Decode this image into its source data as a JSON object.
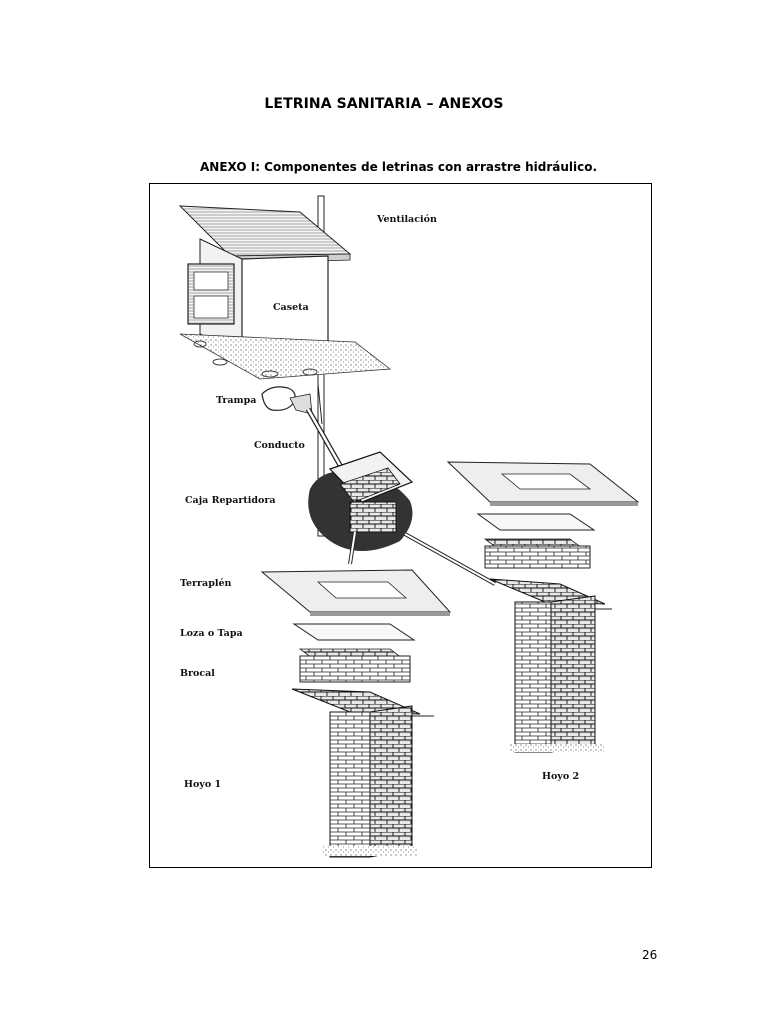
{
  "document": {
    "title": "LETRINA SANITARIA – ANEXOS",
    "annex_heading": "ANEXO I: Componentes de letrinas con arrastre hidráulico.",
    "page_number": "26"
  },
  "figure": {
    "labels": {
      "ventilacion": "Ventilación",
      "caseta": "Caseta",
      "trampa": "Trampa",
      "conducto": "Conducto",
      "caja_repartidora": "Caja Repartidora",
      "terraplen": "Terraplén",
      "loza_tapa": "Loza o Tapa",
      "brocal": "Brocal",
      "hoyo1": "Hoyo 1",
      "hoyo2": "Hoyo 2"
    }
  }
}
